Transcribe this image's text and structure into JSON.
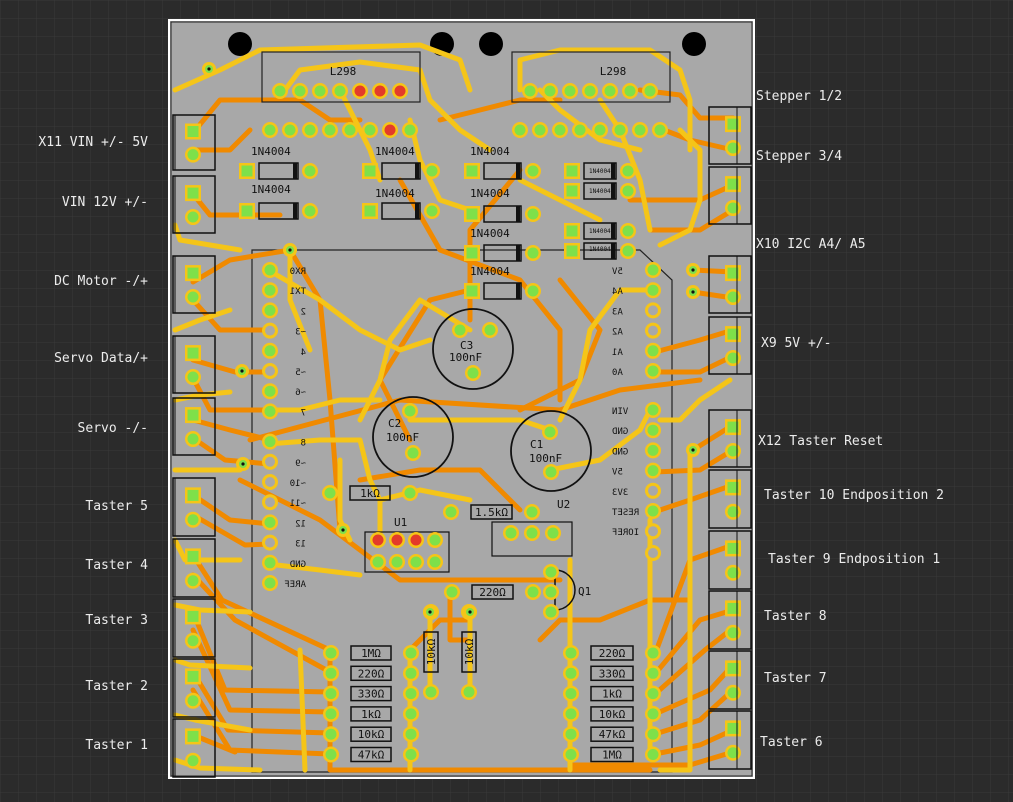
{
  "board": {
    "ic_labels": [
      "L298",
      "L298"
    ],
    "diode_label": "1N4004",
    "caps": [
      {
        "ref": "C3",
        "value": "100nF"
      },
      {
        "ref": "C2",
        "value": "100nF"
      },
      {
        "ref": "C1",
        "value": "100nF"
      }
    ],
    "u1": "U1",
    "u2": "U2",
    "q1": "Q1",
    "arduino_left_pins": [
      "RX0",
      "TX1",
      "2",
      "~3",
      "4",
      "~5",
      "~6",
      "7",
      "8",
      "~9",
      "~10",
      "~11",
      "12",
      "13",
      "GND",
      "AREF"
    ],
    "arduino_right_pins": [
      "5V",
      "A4",
      "A3",
      "A2",
      "A1",
      "A0",
      "VIN",
      "GND",
      "GND",
      "5V",
      "3V3",
      "RESET",
      "IOREF"
    ],
    "resistors_center": {
      "r1k": "1kΩ",
      "r1_5k": "1.5kΩ",
      "r220": "220Ω",
      "rv1": "10kΩ",
      "rv2": "10kΩ"
    },
    "resistors_left": [
      "1MΩ",
      "220Ω",
      "330Ω",
      "1kΩ",
      "10kΩ",
      "47kΩ"
    ],
    "resistors_right": [
      "220Ω",
      "330Ω",
      "1kΩ",
      "10kΩ",
      "47kΩ",
      "1MΩ"
    ]
  },
  "connectors": {
    "left": [
      "X11 VIN +/- 5V",
      "VIN 12V +/-",
      "DC Motor -/+",
      "Servo Data/+",
      "Servo -/-",
      "Taster 5",
      "Taster 4",
      "Taster 3",
      "Taster 2",
      "Taster 1"
    ],
    "right": [
      "Stepper 1/2",
      "Stepper 3/4",
      "X10 I2C A4/ A5",
      "X9 5V +/-",
      "X12 Taster Reset",
      "Taster 10 Endposition 2",
      "Taster 9 Endposition 1",
      "Taster 8",
      "Taster 7",
      "Taster 6"
    ]
  },
  "colors": {
    "background": "#2b2b2b",
    "grid": "#3a3a3a",
    "board": "#a8a8a8",
    "trace_top": "#f5c518",
    "trace_bottom": "#f08a00",
    "pad_green": "#7ee04a",
    "pad_ring": "#f5c518",
    "pad_red": "#e33b2a",
    "label": "#ececec"
  }
}
